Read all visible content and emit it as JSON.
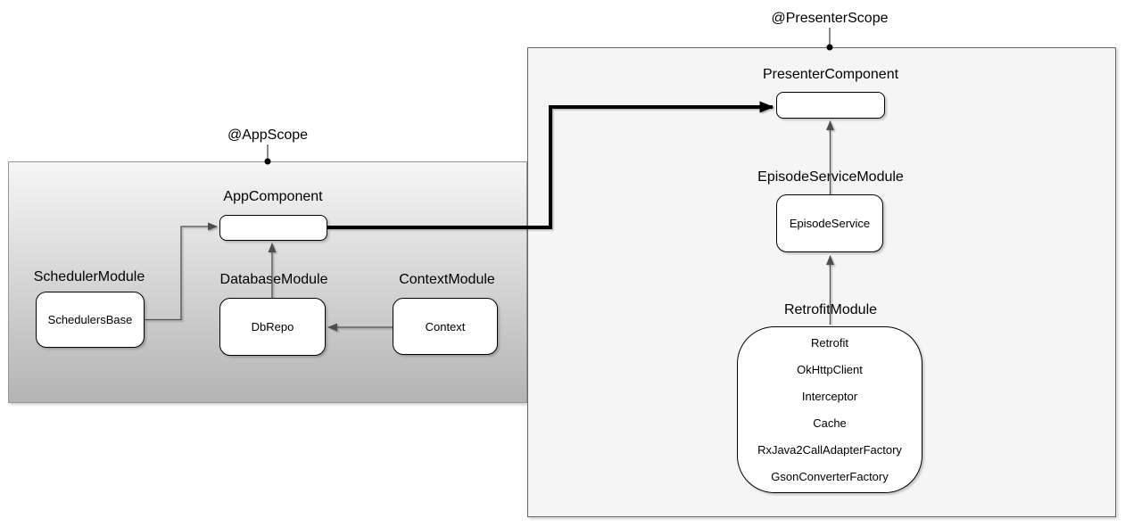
{
  "scopes": {
    "app": "@AppScope",
    "presenter": "@PresenterScope"
  },
  "components": {
    "app": "AppComponent",
    "presenter": "PresenterComponent"
  },
  "modules": {
    "scheduler": {
      "title": "SchedulerModule",
      "provides": [
        "SchedulersBase"
      ]
    },
    "database": {
      "title": "DatabaseModule",
      "provides": [
        "DbRepo"
      ]
    },
    "context": {
      "title": "ContextModule",
      "provides": [
        "Context"
      ]
    },
    "episode_service": {
      "title": "EpisodeServiceModule",
      "provides": [
        "EpisodeService"
      ]
    },
    "retrofit": {
      "title": "RetrofitModule",
      "provides": [
        "Retrofit",
        "OkHttpClient",
        "Interceptor",
        "Cache",
        "RxJava2CallAdapterFactory",
        "GsonConverterFactory"
      ]
    }
  },
  "colors": {
    "app_panel_top": "#f6f6f6",
    "app_panel_bottom": "#b4b4b4",
    "presenter_panel_fill": "#f5f5f5",
    "app_panel_border": "#979797",
    "presenter_panel_border": "#666666",
    "node_fill": "#ffffff",
    "node_border": "#000000",
    "edge": "#4d4d4d",
    "edge_emphasis": "#000000",
    "text": "#000000"
  }
}
